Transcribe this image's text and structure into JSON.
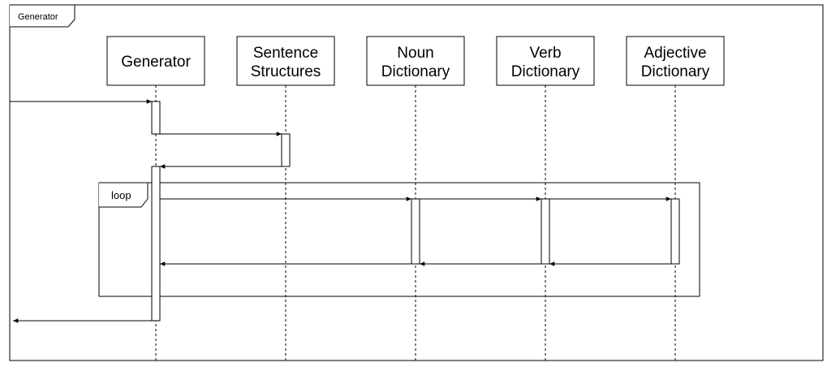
{
  "frame": {
    "label": "Generator"
  },
  "participants": [
    {
      "id": "generator",
      "lines": [
        "Generator"
      ]
    },
    {
      "id": "sentence",
      "lines": [
        "Sentence",
        "Structures"
      ]
    },
    {
      "id": "noun",
      "lines": [
        "Noun",
        "Dictionary"
      ]
    },
    {
      "id": "verb",
      "lines": [
        "Verb",
        "Dictionary"
      ]
    },
    {
      "id": "adjective",
      "lines": [
        "Adjective",
        "Dictionary"
      ]
    }
  ],
  "loop": {
    "label": "loop"
  },
  "colors": {
    "stroke": "#000000",
    "background": "#ffffff"
  }
}
